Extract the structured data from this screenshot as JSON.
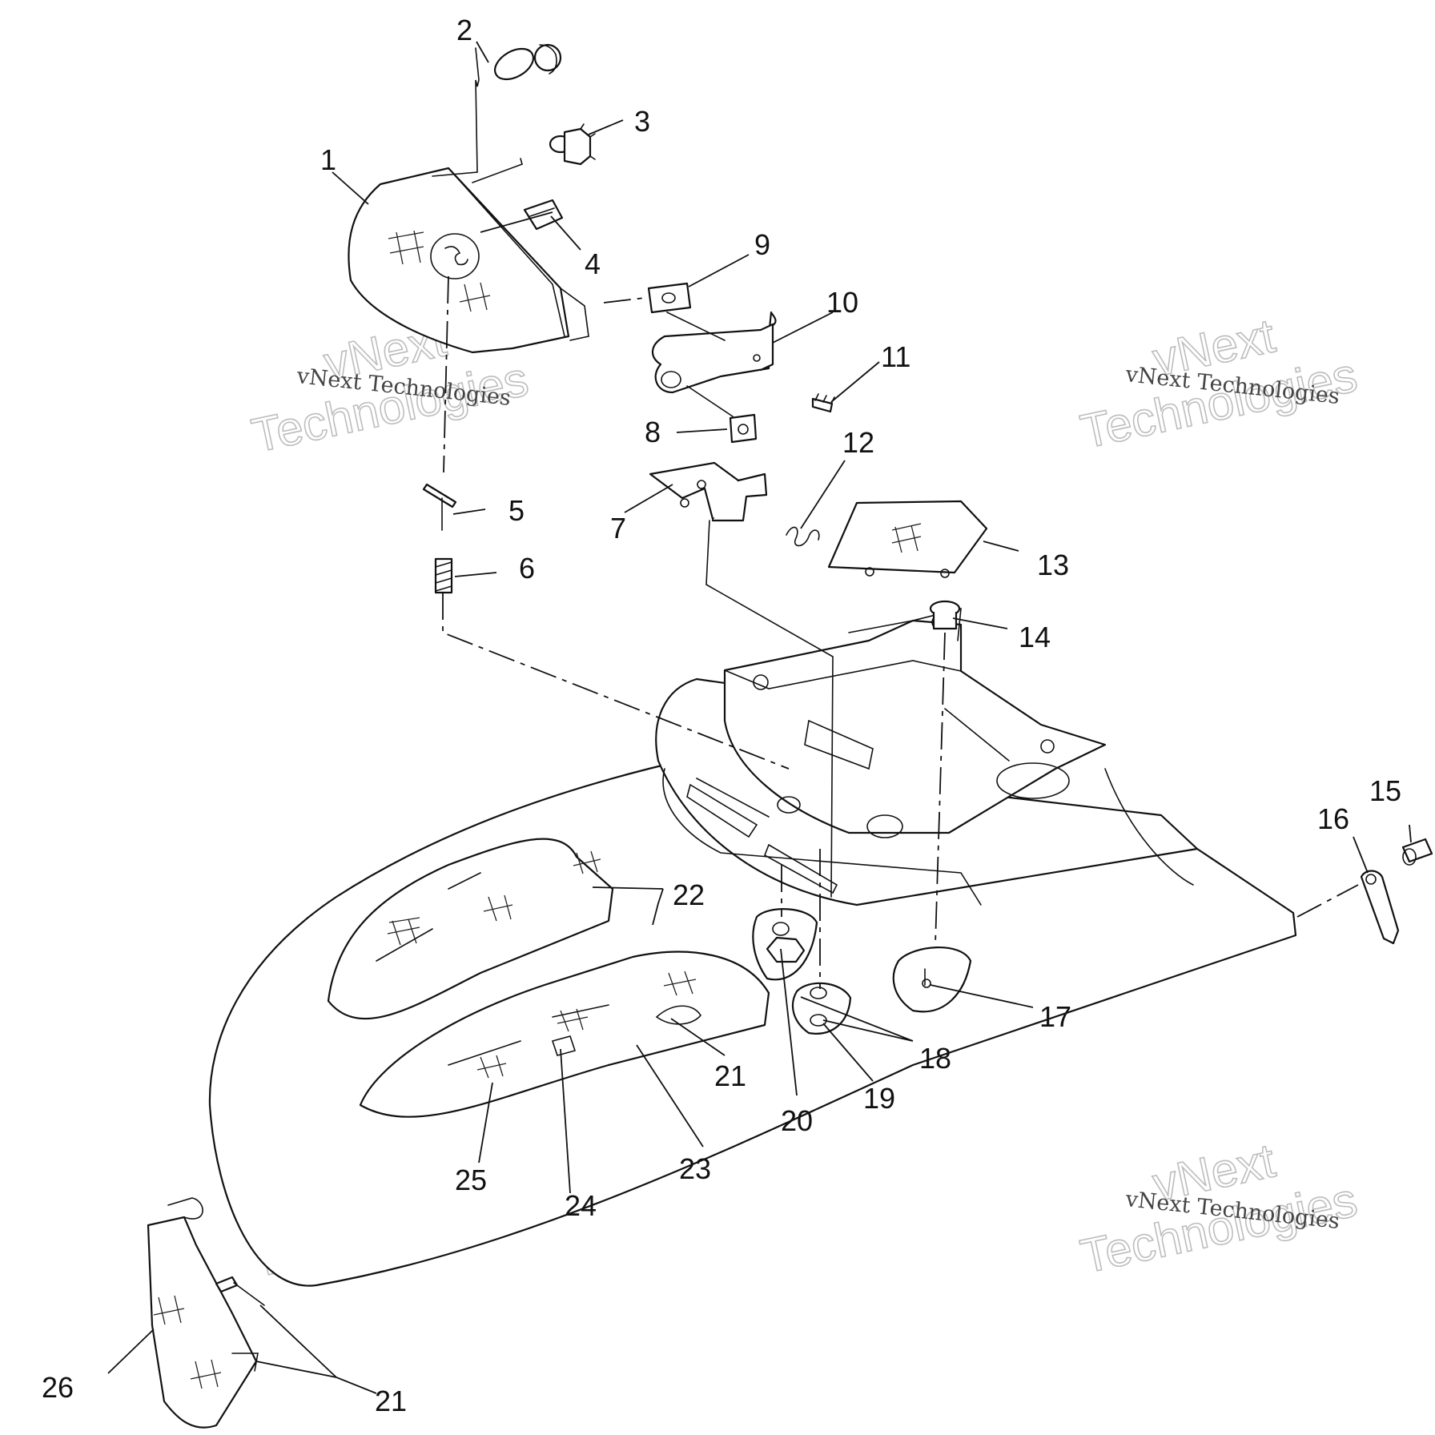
{
  "callouts": [
    {
      "id": "1",
      "text": "1"
    },
    {
      "id": "2",
      "text": "2"
    },
    {
      "id": "3",
      "text": "3"
    },
    {
      "id": "4",
      "text": "4"
    },
    {
      "id": "5",
      "text": "5"
    },
    {
      "id": "6",
      "text": "6"
    },
    {
      "id": "7",
      "text": "7"
    },
    {
      "id": "8",
      "text": "8"
    },
    {
      "id": "9",
      "text": "9"
    },
    {
      "id": "10",
      "text": "10"
    },
    {
      "id": "11",
      "text": "11"
    },
    {
      "id": "12",
      "text": "12"
    },
    {
      "id": "13",
      "text": "13"
    },
    {
      "id": "14",
      "text": "14"
    },
    {
      "id": "15",
      "text": "15"
    },
    {
      "id": "16",
      "text": "16"
    },
    {
      "id": "17",
      "text": "17"
    },
    {
      "id": "18",
      "text": "18"
    },
    {
      "id": "19",
      "text": "19"
    },
    {
      "id": "20",
      "text": "20"
    },
    {
      "id": "21a",
      "text": "21"
    },
    {
      "id": "22",
      "text": "22"
    },
    {
      "id": "23",
      "text": "23"
    },
    {
      "id": "24",
      "text": "24"
    },
    {
      "id": "25",
      "text": "25"
    },
    {
      "id": "26",
      "text": "26"
    },
    {
      "id": "21b",
      "text": "21"
    }
  ],
  "watermark": {
    "small": "vNext Technologies",
    "big_line1": "vNext",
    "big_line2": "Technologies"
  }
}
